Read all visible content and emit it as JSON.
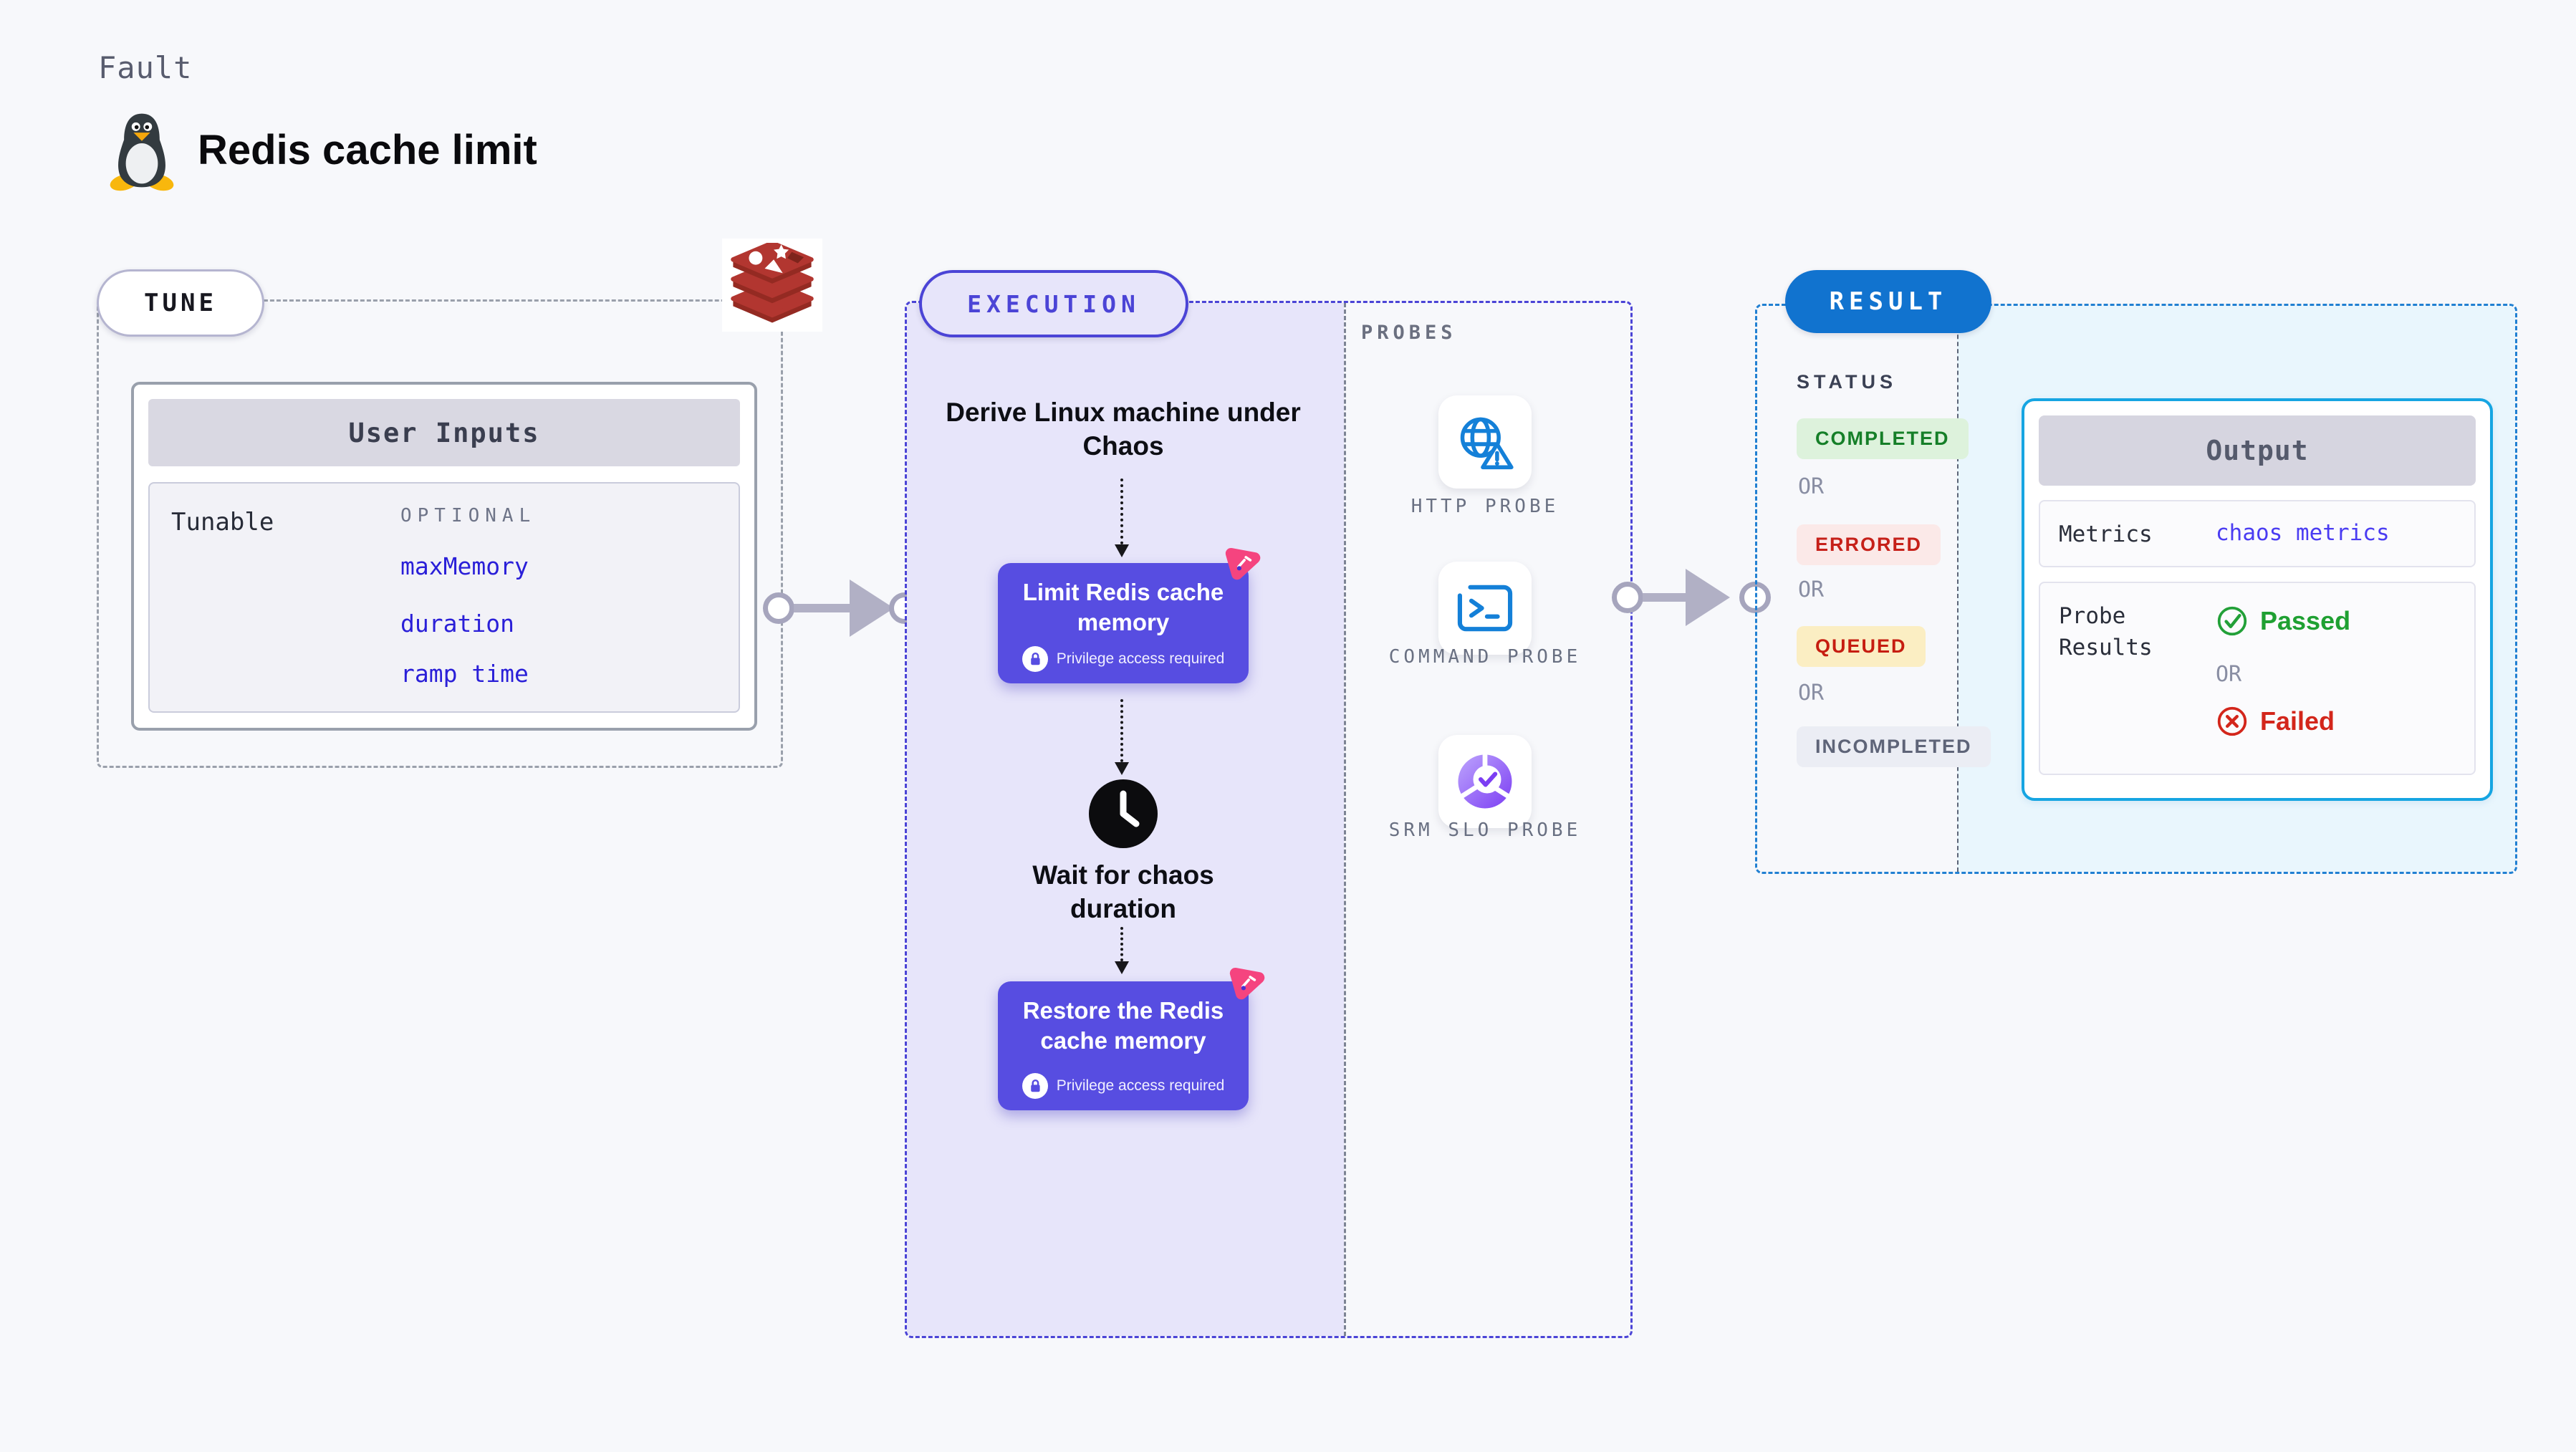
{
  "header": {
    "eyebrow": "Fault",
    "title": "Redis cache limit"
  },
  "tune": {
    "label": "TUNE",
    "user_inputs": {
      "title": "User Inputs",
      "row_label": "Tunable",
      "optional": "OPTIONAL",
      "params": [
        "maxMemory",
        "duration",
        "ramp time"
      ]
    }
  },
  "execution": {
    "label": "EXECUTION",
    "derive_text": "Derive Linux machine under Chaos",
    "node1_label": "Limit Redis cache memory",
    "wait_text": "Wait for chaos duration",
    "node2_label": "Restore the Redis cache memory",
    "privilege": "Privilege access required"
  },
  "probes": {
    "label": "PROBES",
    "items": [
      {
        "icon": "globe-warning-icon",
        "label": "HTTP PROBE"
      },
      {
        "icon": "terminal-icon",
        "label": "COMMAND PROBE"
      },
      {
        "icon": "slo-donut-check-icon",
        "label": "SRM SLO PROBE"
      }
    ]
  },
  "result": {
    "label": "RESULT",
    "status": {
      "label": "STATUS",
      "completed": "COMPLETED",
      "errored": "ERRORED",
      "queued": "QUEUED",
      "incompleted": "INCOMPLETED",
      "or": "OR"
    },
    "output": {
      "title": "Output",
      "metrics_label": "Metrics",
      "metrics_link": "chaos metrics",
      "probe_results_label": "Probe Results",
      "passed": "Passed",
      "or": "OR",
      "failed": "Failed"
    }
  },
  "colors": {
    "accent_indigo": "#4b44d6",
    "node_purple": "#574de1",
    "result_blue": "#1173cf",
    "output_border": "#16a5e2",
    "link_blue": "#2a1fd8",
    "passed_green": "#1fa032",
    "failed_red": "#d3261b",
    "probe_icon_blue": "#1480d8",
    "chaos_pink": "#f5447f",
    "redis_red": "#b23630"
  }
}
